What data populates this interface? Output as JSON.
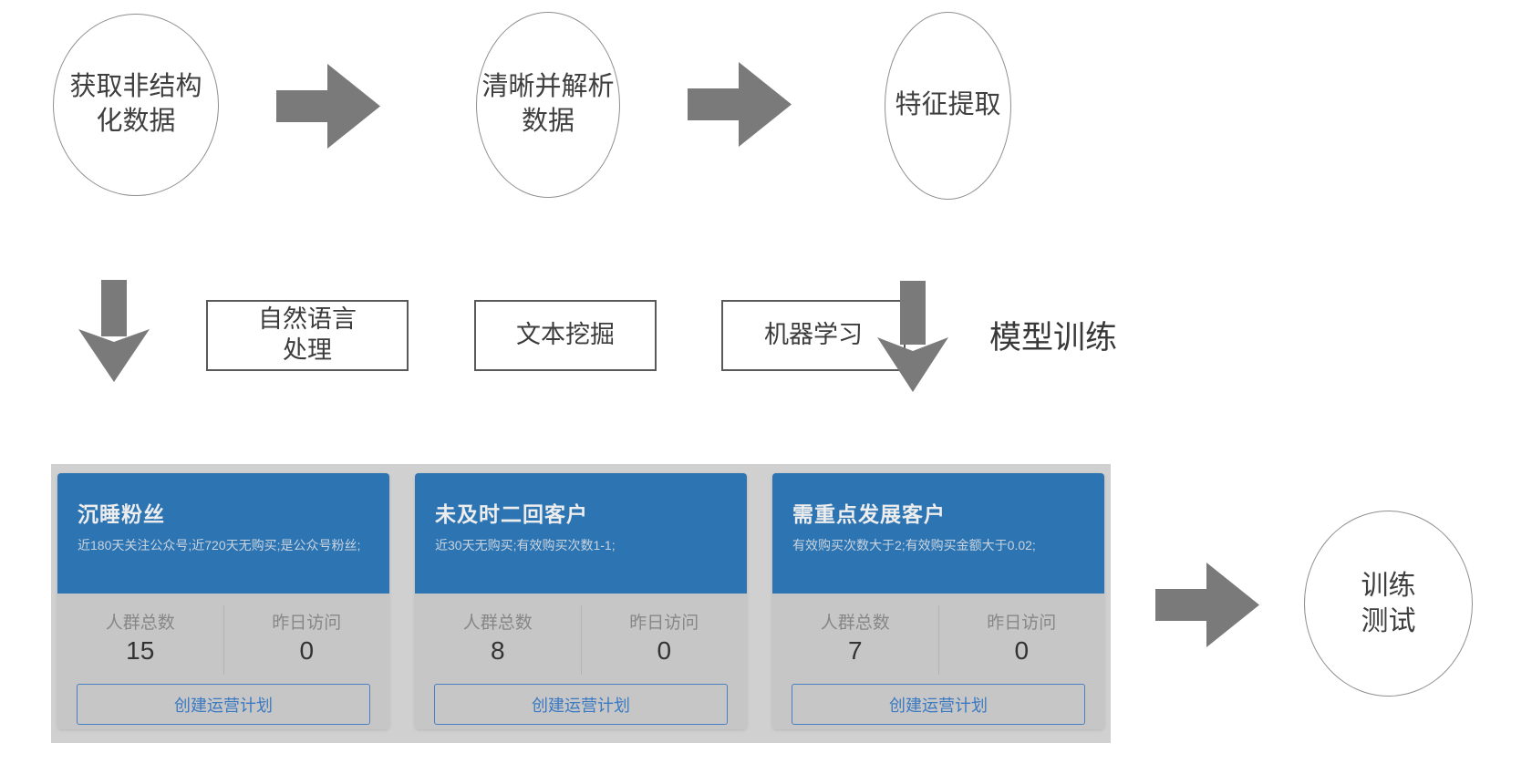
{
  "flow": {
    "circle1": {
      "line1": "获取非结构",
      "line2": "化数据"
    },
    "circle2": {
      "line1": "清晰并解析",
      "line2": "数据"
    },
    "circle3": {
      "line1": "特征提取"
    },
    "circle4": {
      "line1": "训练",
      "line2": "测试"
    },
    "box1": {
      "line1": "自然语言",
      "line2": "处理"
    },
    "box2": {
      "line1": "文本挖掘"
    },
    "box3": {
      "line1": "机器学习"
    },
    "model_training_label": "模型训练"
  },
  "panel": {
    "cards": [
      {
        "title": "沉睡粉丝",
        "subtitle": "近180天关注公众号;近720天无购买;是公众号粉丝;",
        "stats": [
          {
            "label": "人群总数",
            "value": "15"
          },
          {
            "label": "昨日访问",
            "value": "0"
          }
        ],
        "button_label": "创建运营计划"
      },
      {
        "title": "未及时二回客户",
        "subtitle": "近30天无购买;有效购买次数1-1;",
        "stats": [
          {
            "label": "人群总数",
            "value": "8"
          },
          {
            "label": "昨日访问",
            "value": "0"
          }
        ],
        "button_label": "创建运营计划"
      },
      {
        "title": "需重点发展客户",
        "subtitle": "有效购买次数大于2;有效购买金额大于0.02;",
        "stats": [
          {
            "label": "人群总数",
            "value": "7"
          },
          {
            "label": "昨日访问",
            "value": "0"
          }
        ],
        "button_label": "创建运营计划"
      }
    ]
  },
  "colors": {
    "card_header_blue": "#2d74b2",
    "panel_gray": "#d0d0d0",
    "card_body_gray": "#c6c6c6",
    "arrow_gray": "#7a7a7a",
    "button_blue": "#3b79c2",
    "box_border": "#595959",
    "circle_border": "#8f8f8f"
  }
}
